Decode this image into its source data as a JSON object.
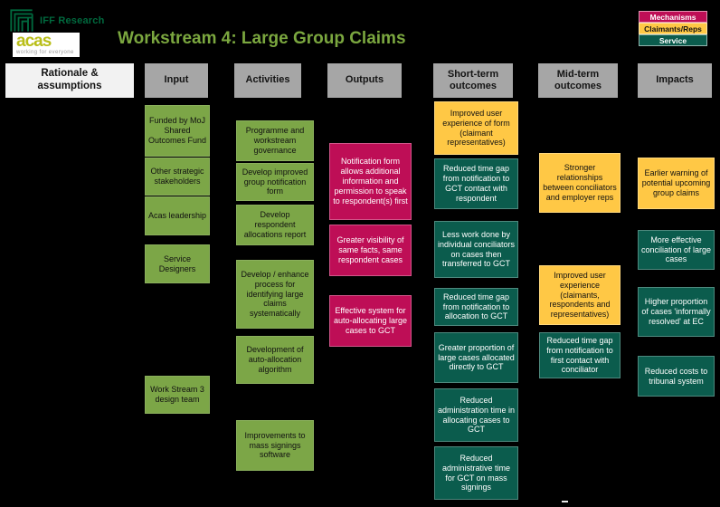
{
  "header": {
    "iff_logo_text": "IFF Research",
    "acas_logo_text": "acas",
    "acas_tagline": "working for everyone",
    "title": "Workstream 4: Large Group Claims"
  },
  "legend": {
    "items": [
      {
        "label": "Mechanisms",
        "category": "mechanisms"
      },
      {
        "label": "Claimants/Reps",
        "category": "claimants_reps"
      },
      {
        "label": "Service",
        "category": "service"
      }
    ]
  },
  "colors": {
    "mechanisms": "#BE0E56",
    "claimants_reps": "#FFC845",
    "service": "#0B5C4D",
    "input_activity": "#7CA647",
    "column_header": "#A6A6A6",
    "background": "#000000",
    "title_green": "#7BA73F",
    "acas_lime": "#B9BE18",
    "iff_green": "#00693E"
  },
  "columns": {
    "rationale": {
      "header": "Rationale & assumptions",
      "items": []
    },
    "input": {
      "header": "Input",
      "items": [
        {
          "label": "Funded by MoJ Shared Outcomes Fund"
        },
        {
          "label": "Other strategic stakeholders"
        },
        {
          "label": "Acas leadership"
        },
        {
          "label": "Service Designers"
        },
        {
          "label": "Work Stream 3 design team"
        }
      ]
    },
    "activities": {
      "header": "Activities",
      "items": [
        {
          "label": "Programme and workstream governance"
        },
        {
          "label": "Develop improved group notification form"
        },
        {
          "label": "Develop respondent allocations report"
        },
        {
          "label": "Develop / enhance process for identifying large claims systematically"
        },
        {
          "label": "Development of auto-allocation algorithm"
        },
        {
          "label": "Improvements to mass signings software"
        }
      ]
    },
    "outputs": {
      "header": "Outputs",
      "items": [
        {
          "label": "Notification form allows additional information and permission to speak to respondent(s) first",
          "category": "mechanisms"
        },
        {
          "label": "Greater visibility of same facts, same respondent cases",
          "category": "mechanisms"
        },
        {
          "label": "Effective system for auto-allocating large cases to GCT",
          "category": "mechanisms"
        }
      ]
    },
    "short_term": {
      "header": "Short-term outcomes",
      "items": [
        {
          "label": "Improved user experience of form (claimant representatives)",
          "category": "claimants_reps"
        },
        {
          "label": "Reduced time gap from notification to GCT contact with respondent",
          "category": "service"
        },
        {
          "label": "Less work done by individual conciliators on cases then transferred to GCT",
          "category": "service"
        },
        {
          "label": "Reduced time gap from notification to allocation to GCT",
          "category": "service"
        },
        {
          "label": "Greater proportion of large cases allocated directly to GCT",
          "category": "service"
        },
        {
          "label": "Reduced administration time in allocating cases to GCT",
          "category": "service"
        },
        {
          "label": "Reduced administrative time for GCT on mass signings",
          "category": "service"
        }
      ]
    },
    "mid_term": {
      "header": "Mid-term outcomes",
      "items": [
        {
          "label": "Stronger relationships between conciliators and employer reps",
          "category": "claimants_reps"
        },
        {
          "label": "Improved user experience (claimants, respondents and representatives)",
          "category": "claimants_reps"
        },
        {
          "label": "Reduced time gap from notification to first contact with conciliator",
          "category": "service"
        }
      ]
    },
    "impacts": {
      "header": "Impacts",
      "items": [
        {
          "label": "Earlier warning of potential upcoming group claims",
          "category": "claimants_reps"
        },
        {
          "label": "More effective conciliation of large cases",
          "category": "service"
        },
        {
          "label": "Higher proportion of cases 'informally resolved' at EC",
          "category": "service"
        },
        {
          "label": "Reduced costs to tribunal system",
          "category": "service"
        }
      ]
    }
  }
}
